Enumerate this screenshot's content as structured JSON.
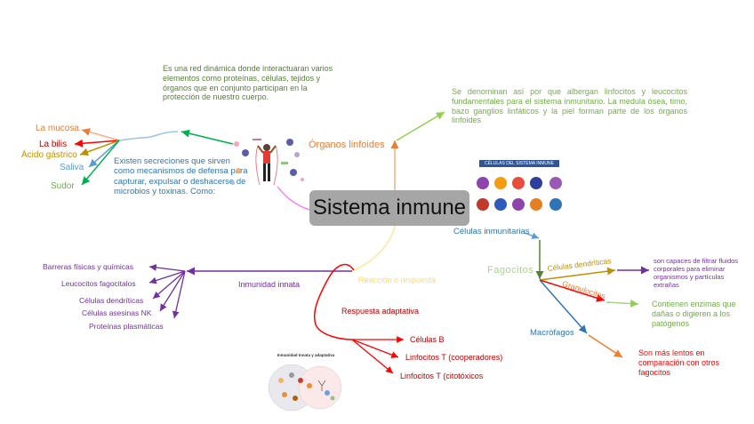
{
  "center": {
    "label": "Sistema inmune"
  },
  "colors": {
    "orange": "#ed7d31",
    "green_text": "#548235",
    "light_green": "#70ad47",
    "purple": "#7030a0",
    "red": "#ff0000",
    "dark_red": "#c00000",
    "blue": "#2e75b6",
    "gold": "#bf9000",
    "yellow": "#ffd966",
    "center_bg": "#a6a6a6"
  },
  "definition": {
    "text": "Es una red dinámica donde interactuaran varios elementos como proteínas, células, tejidos y órganos que en conjunto participan en la protección de nuestro cuerpo."
  },
  "secretions": {
    "text": "Existen secreciones que sirven como mecanismos de defensa para capturar, expulsar o deshacerse de microbios y toxinas. Como:",
    "items": [
      "La mucosa",
      "La bilis",
      "Ácido gástrico",
      "Saliva",
      "Sudor"
    ]
  },
  "organs": {
    "label": "Órganos linfoides",
    "text": "Se denominan así por que albergan linfocitos y leucocitos fundamentales para el sistema inmunitario. La medula ósea, timo, bazo ganglios linfáticos y la piel forman parte de los órganos linfoides"
  },
  "cells_image": {
    "title": "CÉLULAS DEL SISTEMA INMUNE"
  },
  "immune_cells": {
    "label": "Células inmunitarias",
    "phagocytes": {
      "label": "Fagocitos",
      "branches": [
        {
          "label": "Células dendríticas",
          "desc": "son capaces de filtrar fluidos corporales para eliminar organismos y partículas extrañas"
        },
        {
          "label": "Granulocitos",
          "desc": "Contienen enzimas que dañas o digieren a los patógenos"
        },
        {
          "label": "Macrófagos",
          "desc": "Son más lentos en comparación con otros fagocitos"
        }
      ]
    }
  },
  "response": {
    "label": "Reacción o respuesta",
    "innate": {
      "label": "Inmunidad innata",
      "items": [
        "Barreras físicas y químicas",
        "Leucocitos fagocitalos",
        "Células dendríticas",
        "Células asesinas NK",
        "Proteínas plasmáticas"
      ]
    },
    "adaptive": {
      "label": "Respuesta adaptativa",
      "items": [
        "Células B",
        "Linfocitos T (cooperadores)",
        "Linfocitos T (citotóxicos"
      ]
    }
  },
  "diagram_image": {
    "title": "Inmunidad Innata y adaptativa"
  }
}
